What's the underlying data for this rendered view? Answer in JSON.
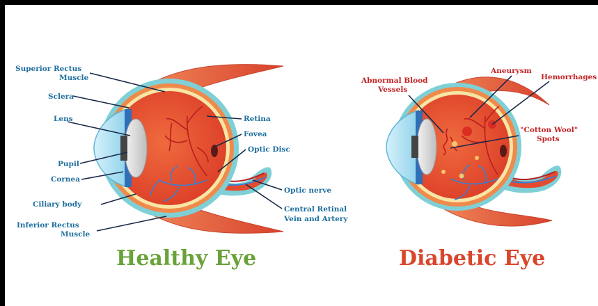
{
  "healthy": {
    "title": "Healthy Eye",
    "labels": {
      "superior_rectus_1": "Superior Rectus",
      "superior_rectus_2": "Muscle",
      "sclera": "Sclera",
      "lens": "Lens",
      "pupil": "Pupil",
      "cornea": "Cornea",
      "ciliary_body": "Ciliary body",
      "inferior_rectus_1": "Inferior Rectus",
      "inferior_rectus_2": "Muscle",
      "retina": "Retina",
      "fovea": "Fovea",
      "optic_disc": "Optic Disc",
      "optic_nerve": "Optic nerve",
      "central_retinal_1": "Central Retinal",
      "central_retinal_2": "Vein and Artery"
    }
  },
  "diabetic": {
    "title": "Diabetic Eye",
    "labels": {
      "abnormal_1": "Abnormal Blood",
      "abnormal_2": "Vessels",
      "aneurysm": "Aneurysm",
      "hemorrhages": "Hemorrhages",
      "cotton_1": "\"Cotton Wool\"",
      "cotton_2": "Spots"
    }
  },
  "colors": {
    "label_blue": "#1f6f9f",
    "label_red": "#c22326",
    "title_green": "#6aa23a",
    "title_red": "#d9462c",
    "muscle": "#e0553a",
    "sclera_teal": "#7fd0d6",
    "retina_yellow": "#f7e6a6",
    "eye_red": "#e44b2f",
    "vessel_red": "#b81e1e",
    "vessel_blue": "#3a7fcf"
  }
}
